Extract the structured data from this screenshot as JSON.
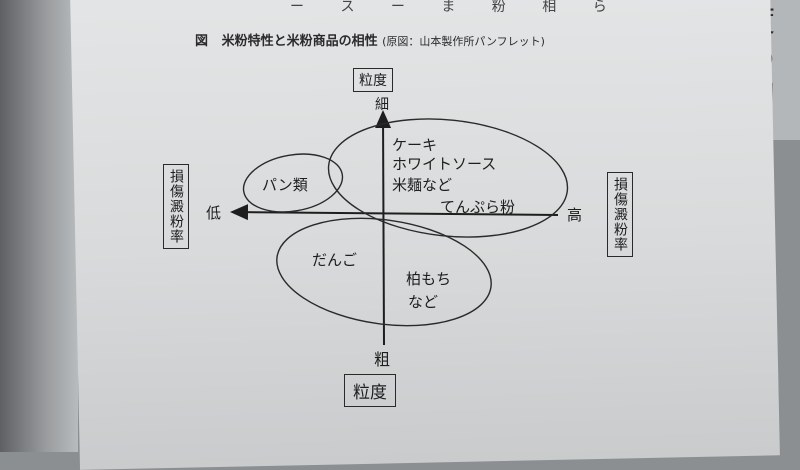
{
  "figure": {
    "prefix": "図",
    "title": "米粉特性と米粉商品の相性",
    "source": "(原図：山本製作所パンフレット)"
  },
  "axes": {
    "vertical_label_top": "粒度",
    "vertical_label_bottom": "粒度",
    "top_end": "細",
    "bottom_end": "粗",
    "horizontal_label_left": "損傷澱粉率",
    "horizontal_label_right": "損傷澱粉率",
    "left_end": "低",
    "right_end": "高"
  },
  "groups": {
    "bread": "パン類",
    "cake_lines": [
      "ケーキ",
      "ホワイトソース",
      "米麺など"
    ],
    "tempura": "てんぷら粉",
    "dango": "だんご",
    "mochi_lines": [
      "柏もち",
      "など"
    ]
  },
  "header_fragment": "ー ス ー ま 粉 相 ら",
  "right_page_glyphs": [
    "度",
    "の",
    "関"
  ]
}
